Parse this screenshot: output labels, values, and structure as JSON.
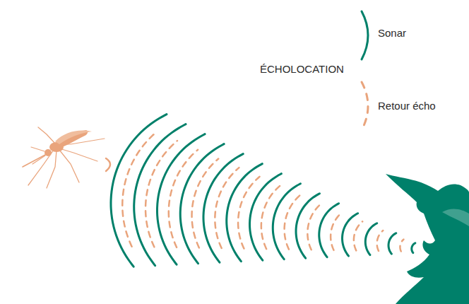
{
  "diagram": {
    "title": "ÉCHOLOCATION",
    "legend": [
      {
        "text": "Sonar"
      },
      {
        "text": "Retour écho"
      }
    ]
  }
}
